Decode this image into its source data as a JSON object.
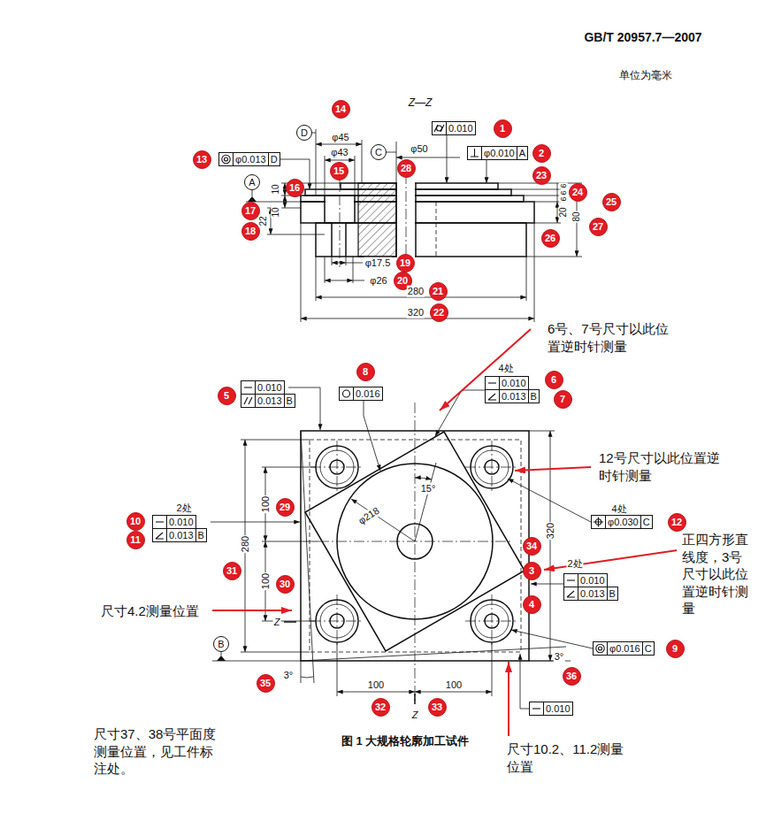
{
  "diagram": {
    "caption": "图 1 大规格轮廓加工试件",
    "nodes": [
      {
        "text": [
          "1"
        ]
      },
      {
        "text": [
          "0.010"
        ]
      },
      {
        "text": [
          "2"
        ]
      },
      {
        "text": [
          "φ0.010",
          "A"
        ]
      },
      {
        "text": [
          "D"
        ]
      },
      {
        "text": [
          "14"
        ]
      },
      {
        "text": [
          "C"
        ]
      },
      {
        "text": [
          "13"
        ]
      },
      {
        "text": [
          "φ0.013",
          "D"
        ]
      },
      {
        "text": [
          "15"
        ]
      },
      {
        "text": [
          "28"
        ]
      },
      {
        "text": [
          "23"
        ]
      },
      {
        "text": [
          "16"
        ]
      },
      {
        "text": [
          "A"
        ]
      },
      {
        "text": [
          "24"
        ]
      },
      {
        "text": [
          "25"
        ]
      },
      {
        "text": [
          "17"
        ]
      },
      {
        "text": [
          "27"
        ]
      },
      {
        "text": [
          "18"
        ]
      },
      {
        "text": [
          "26"
        ]
      },
      {
        "text": [
          "19"
        ]
      },
      {
        "text": [
          "20"
        ]
      },
      {
        "text": [
          "21"
        ]
      },
      {
        "text": [
          "22"
        ]
      },
      {
        "text": [
          "8"
        ]
      },
      {
        "text": [
          "0.016"
        ]
      },
      {
        "text": [
          "5"
        ]
      },
      {
        "text": [
          "0.010"
        ]
      },
      {
        "text": [
          "0.013",
          "B"
        ]
      },
      {
        "text": [
          "0.010"
        ]
      },
      {
        "text": [
          "0.013",
          "B"
        ]
      },
      {
        "text": [
          "6"
        ]
      },
      {
        "text": [
          "7"
        ]
      },
      {
        "text": [
          "12"
        ]
      },
      {
        "text": [
          "φ0.030",
          "C"
        ]
      },
      {
        "text": [
          "10"
        ]
      },
      {
        "text": [
          "11"
        ]
      },
      {
        "text": [
          "0.010"
        ]
      },
      {
        "text": [
          "0.013",
          "B"
        ]
      },
      {
        "text": [
          "29"
        ]
      },
      {
        "text": [
          "31"
        ]
      },
      {
        "text": [
          "34"
        ]
      },
      {
        "text": [
          "3"
        ]
      },
      {
        "text": [
          "0.010"
        ]
      },
      {
        "text": [
          "0.013",
          "B"
        ]
      },
      {
        "text": [
          "4"
        ]
      },
      {
        "text": [
          "30"
        ]
      },
      {
        "text": [
          "B"
        ]
      },
      {
        "text": [
          "9"
        ]
      },
      {
        "text": [
          "φ0.016",
          "C"
        ]
      },
      {
        "text": [
          "35"
        ]
      },
      {
        "text": [
          "36"
        ]
      },
      {
        "text": [
          "32"
        ]
      },
      {
        "text": [
          "33"
        ]
      },
      {
        "text": [
          "0.010"
        ]
      }
    ],
    "labels": [
      "GB/T 20957.7—2007",
      "单位为毫米",
      "Z—Z",
      "φ45",
      "φ43",
      "φ50",
      "10",
      "10",
      "22",
      "φ17.5",
      "φ26",
      "280",
      "320",
      "6",
      "6",
      "6",
      "20",
      "80",
      "6号、7号尺寸以此位置逆时针测量",
      "4处",
      "12号尺寸以此位置逆时针测量",
      "15°",
      "φ218",
      "2处",
      "100",
      "280",
      "100",
      "4处",
      "320",
      "正四方形直线度，3号尺寸以此位置逆时针测量",
      "2处",
      "尺寸4.2测量位置",
      "Z",
      "3°",
      "3°",
      "100",
      "100",
      "Z",
      "尺寸37、38号平面度测量位置，见工件标注处。",
      "尺寸10.2、11.2测量位置"
    ]
  }
}
